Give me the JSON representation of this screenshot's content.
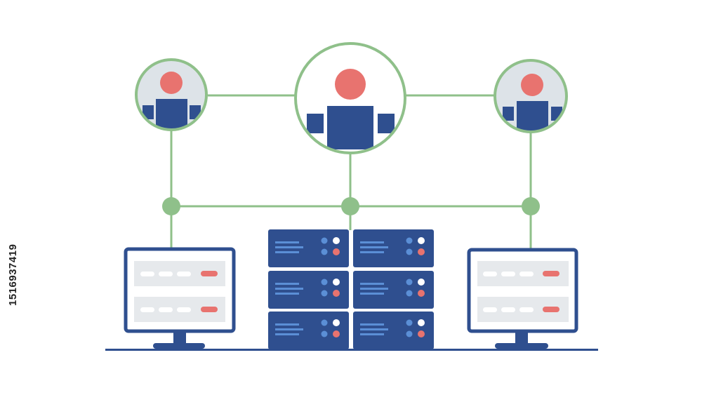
{
  "stock_id": "1516937419",
  "colors": {
    "link": "#8fc08a",
    "node_ring": "#8fc08a",
    "avatar_bg": "#dde3e8",
    "person_head": "#e8736f",
    "person_body": "#2f4f8f",
    "screen_frame": "#2f4f8f",
    "screen_bg": "#ffffff",
    "panel": "#e6e9ec",
    "dash": "#ffffff",
    "alert": "#e8736f",
    "server": "#2f4f8f",
    "server_line": "#5b8fd6",
    "led_white": "#ffffff",
    "led_blue": "#5b8fd6",
    "led_red": "#e8736f",
    "ground": "#2f4f8f"
  },
  "nodes": {
    "users": [
      "user-left",
      "user-center",
      "user-right"
    ],
    "junctions": [
      "junction-left",
      "junction-center",
      "junction-right"
    ],
    "monitors": [
      "monitor-left",
      "monitor-right"
    ],
    "server_units": 6
  }
}
